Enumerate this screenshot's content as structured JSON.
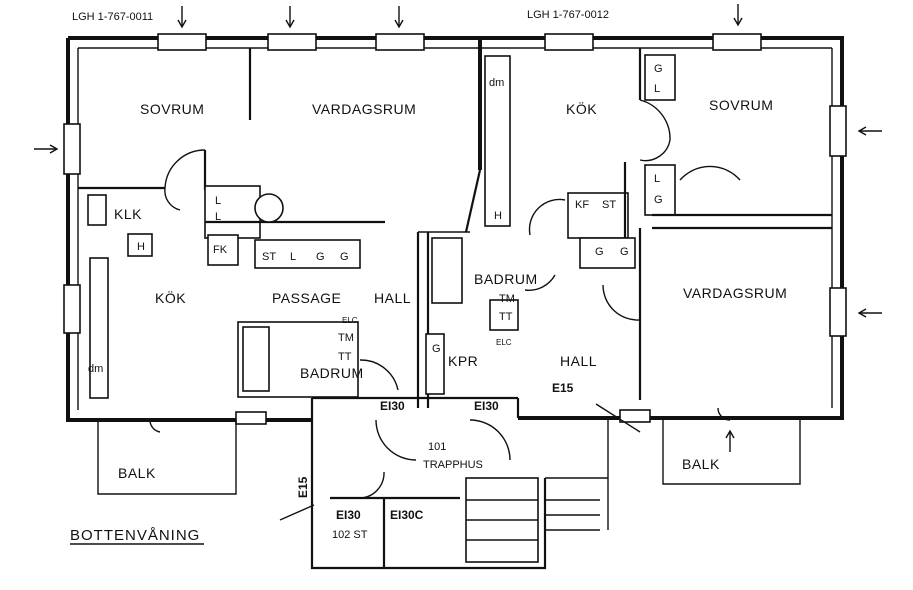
{
  "apartments": {
    "left_id": "LGH 1-767-0011",
    "right_id": "LGH 1-767-0012"
  },
  "floor_title": "BOTTENVÅNING",
  "left_apartment": {
    "sovrum": "SOVRUM",
    "vardagsrum": "VARDAGSRUM",
    "klk": "KLK",
    "kok": "KÖK",
    "passage": "PASSAGE",
    "hall": "HALL",
    "badrum": "BADRUM",
    "balk": "BALK",
    "fixtures": {
      "h": "H",
      "l1": "L",
      "l2": "L",
      "fk": "FK",
      "st": "ST",
      "l3": "L",
      "g1": "G",
      "g2": "G",
      "tm": "TM",
      "tt": "TT",
      "elc": "ELC",
      "dm": "dm"
    }
  },
  "right_apartment": {
    "kok": "KÖK",
    "sovrum": "SOVRUM",
    "badrum": "BADRUM",
    "kpr": "KPR",
    "hall": "HALL",
    "vardagsrum": "VARDAGSRUM",
    "balk": "BALK",
    "fixtures": {
      "dm": "dm",
      "h": "H",
      "g_top": "G",
      "l_top": "L",
      "l_mid": "L",
      "g_mid": "G",
      "kf": "KF",
      "st": "ST",
      "g1": "G",
      "g2": "G",
      "tm": "TM",
      "tt": "TT",
      "elc": "ELC",
      "g_closet": "G"
    }
  },
  "stairwell": {
    "number": "101",
    "name": "TRAPPHUS",
    "storage": "102 ST",
    "fire_left": "EI30",
    "fire_right": "EI30",
    "fire_e15_right": "E15",
    "fire_e15_left": "E15",
    "fire_storage": "EI30",
    "fire_storage_door": "EI30C"
  }
}
